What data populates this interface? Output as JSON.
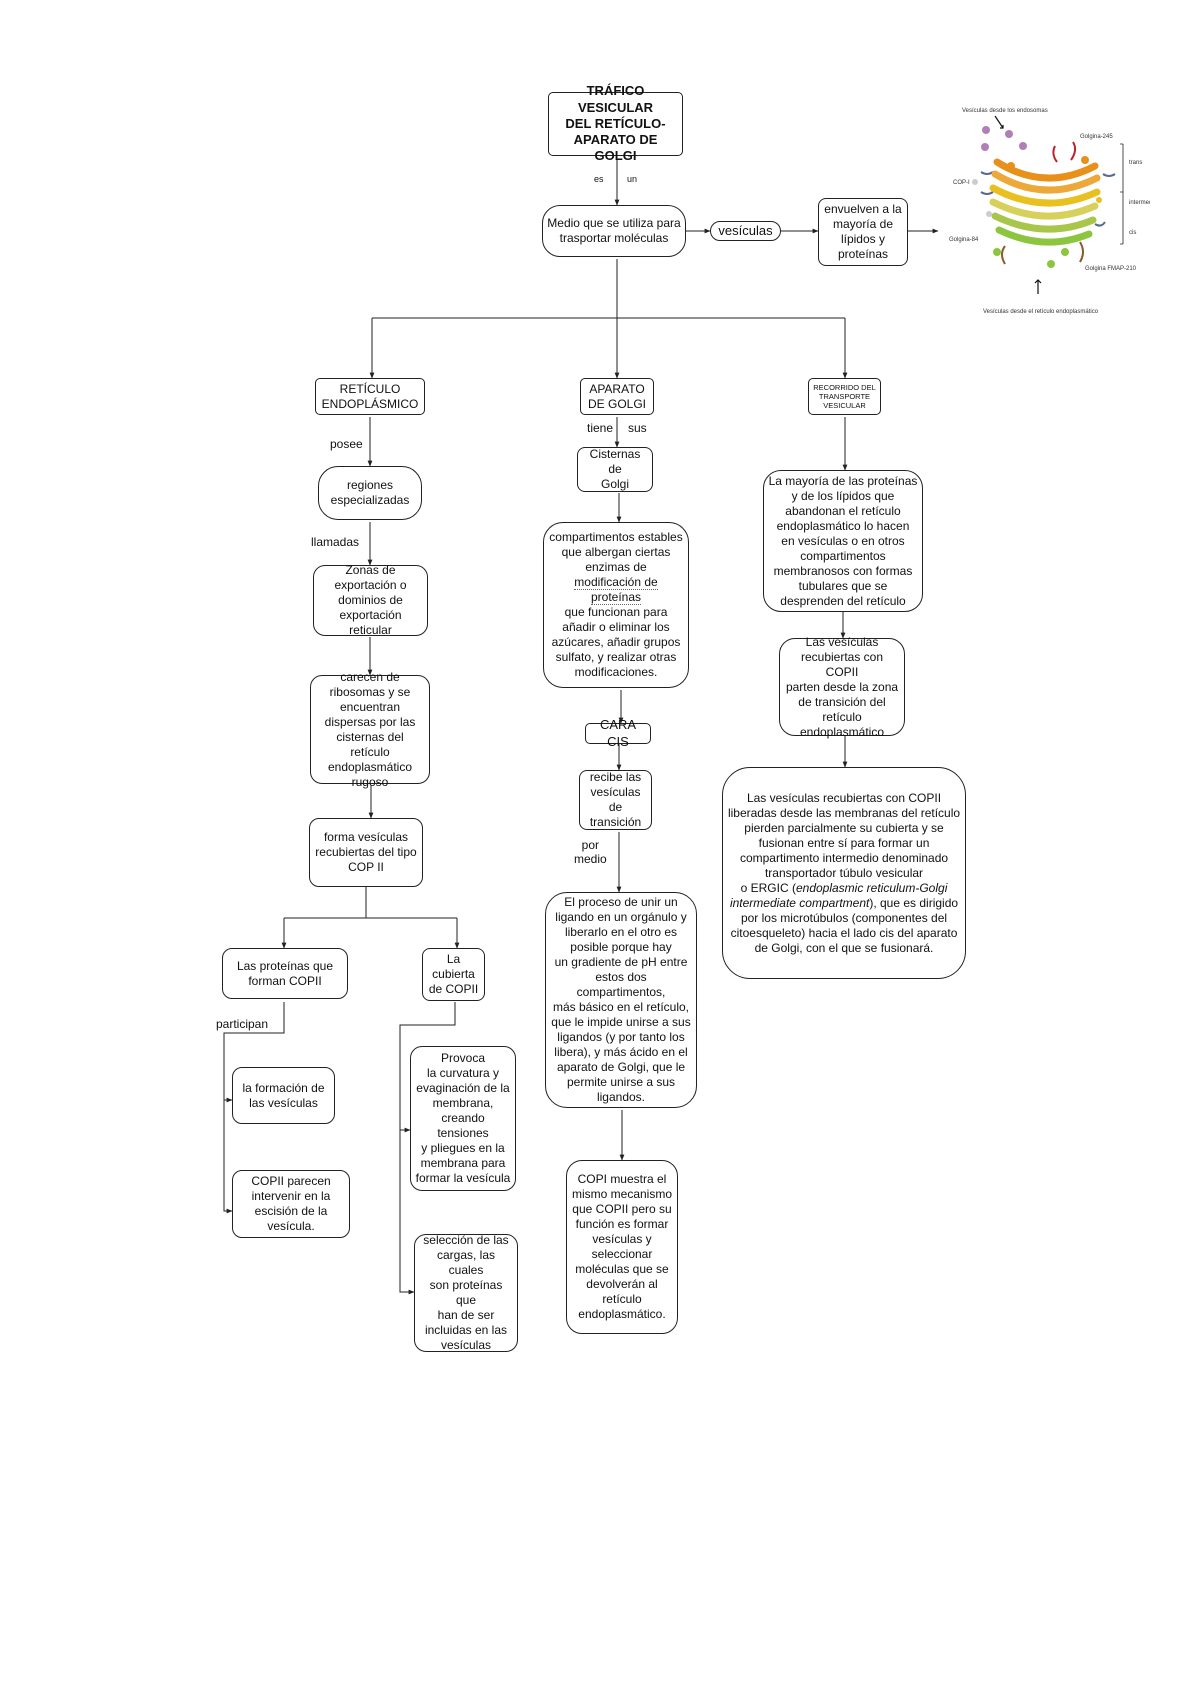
{
  "nodes": {
    "title": "TRÁFICO VESICULAR\nDEL RETÍCULO-\nAPARATO DE GOLGI",
    "medio": "Medio que se utiliza para\ntrasportar moléculas",
    "vesiculas": "vesículas",
    "envuelven": "envuelven a la\nmayoría de\nlípidos y\nproteínas",
    "reticulo": "RETÍCULO\nENDOPLÁSMICO",
    "aparato": "APARATO\nDE GOLGI",
    "recorrido": "RECORRIDO DEL\nTRANSPORTE\nVESICULAR",
    "regiones": "regiones\nespecializadas",
    "zonas": "Zonas de\nexportación o\ndominios de\nexportación reticular",
    "carecen": "carecen de\nribosomas y se\nencuentran\ndispersas por las\ncisternas del retículo\nendoplasmático\nrugoso",
    "forma": "forma vesículas\nrecubiertas del tipo\nCOP II",
    "proteinas_copii": "Las proteínas que\nforman COPII",
    "cubierta": "La\ncubierta\nde COPII",
    "formacion": "la formación de\nlas vesículas",
    "escision": "COPII parecen\nintervenir en la\nescisión de la\nvesícula.",
    "provoca": "Provoca\nla curvatura y\nevaginación de la\nmembrana,\ncreando tensiones\ny pliegues en la\nmembrana para\nformar la vesícula",
    "seleccion": "selección de las\ncargas, las cuales\nson proteínas que\nhan de ser\nincluidas en las\nvesículas",
    "cisternas": "Cisternas de\nGolgi",
    "compartimentos_a": "compartimentos estables\nque albergan ciertas\nenzimas de",
    "compartimentos_b": "modificación de proteínas",
    "compartimentos_c": "que funcionan para\nañadir o eliminar los\nazúcares, añadir grupos\nsulfato, y realizar otras\nmodificaciones.",
    "cara_cis": "CARA CIS",
    "recibe": "recibe las\nvesículas de\ntransición",
    "proceso": "El proceso de unir un\nligando en un orgánulo y\nliberarlo en el otro es\nposible porque hay\nun gradiente de pH entre\nestos dos compartimentos,\nmás básico en el retículo,\nque le impide unirse a sus\nligandos (y por tanto los\nlibera), y más ácido en el\naparato de Golgi, que le\npermite unirse a sus\nligandos.",
    "copi": "COPI muestra el\nmismo mecanismo\nque COPII pero su\nfunción es formar\nvesículas y\nseleccionar\nmoléculas que se\ndevolverán al\nretículo\nendoplasmático.",
    "mayoria": "La mayoría de las proteínas\ny de los lípidos que\nabandonan el retículo\nendoplasmático lo hacen\nen vesículas o en otros\ncompartimentos\nmembranosos con formas\ntubulares que se\ndesprenden del retículo",
    "vesiculas_copii": "Las vesículas\nrecubiertas con COPII\nparten desde la zona\nde transición del\nretículo\nendoplasmático",
    "ergic_a": "Las vesículas recubiertas con COPII\nliberadas desde las membranas del retículo\npierden parcialmente su cubierta y se\nfusionan entre sí para formar un\ncompartimento intermedio denominado\ntransportador túbulo vesicular\no ERGIC (",
    "ergic_i": "endoplasmic reticulum-Golgi\nintermediate compartment",
    "ergic_b": "), que es dirigido\npor los microtúbulos (componentes del\ncitoesqueleto) hacia el lado cis del aparato\nde Golgi, con el que se fusionará."
  },
  "link_labels": {
    "es": "es",
    "un": "un",
    "posee": "posee",
    "llamadas": "llamadas",
    "tiene": "tiene",
    "sus": "sus",
    "por_medio": "por\nmedio",
    "participan": "participan"
  },
  "illustration": {
    "icon": "golgi-apparatus-icon",
    "labels": {
      "endosomas": "Vesículas desde los endosomas",
      "golgina245": "Golgina-245",
      "copi": "COP-I",
      "trans": "trans",
      "intermedio": "intermedio",
      "cis": "cis",
      "golgina84": "Golgina-84",
      "fmap": "Golgina\nFMAP-210",
      "reticulo": "Vesículas desde el retículo endoplasmático"
    },
    "colors": {
      "trans": "#e8901a",
      "intermediate": "#e8c020",
      "cis": "#8cc63f",
      "endosome_vesicle": "#b07fb5"
    }
  }
}
